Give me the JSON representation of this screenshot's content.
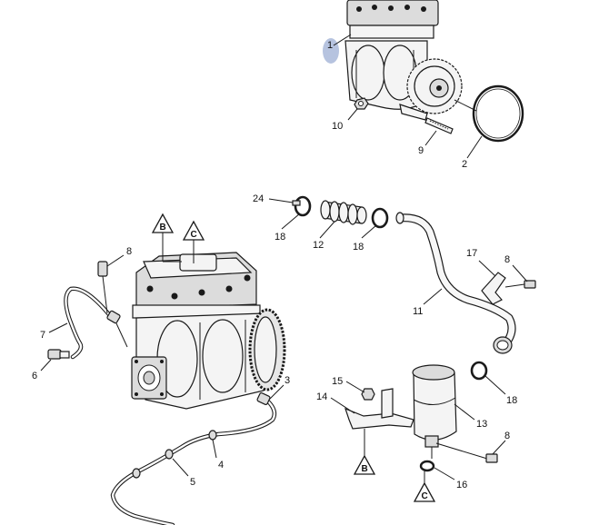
{
  "callouts": {
    "c1": "1",
    "c2": "2",
    "c3": "3",
    "c4": "4",
    "c5": "5",
    "c6": "6",
    "c7": "7",
    "c8a": "8",
    "c8b": "8",
    "c8c": "8",
    "c9": "9",
    "c10": "10",
    "c11": "11",
    "c12": "12",
    "c13": "13",
    "c14": "14",
    "c15": "15",
    "c16": "16",
    "c17": "17",
    "c18a": "18",
    "c18b": "18",
    "c18c": "18",
    "c24": "24"
  },
  "markers": {
    "b_top": "B",
    "c_top": "C",
    "b_bottom": "B",
    "c_bottom": "C"
  },
  "colors": {
    "highlight": "#a9b9d9",
    "ink": "#1a1a1a"
  }
}
